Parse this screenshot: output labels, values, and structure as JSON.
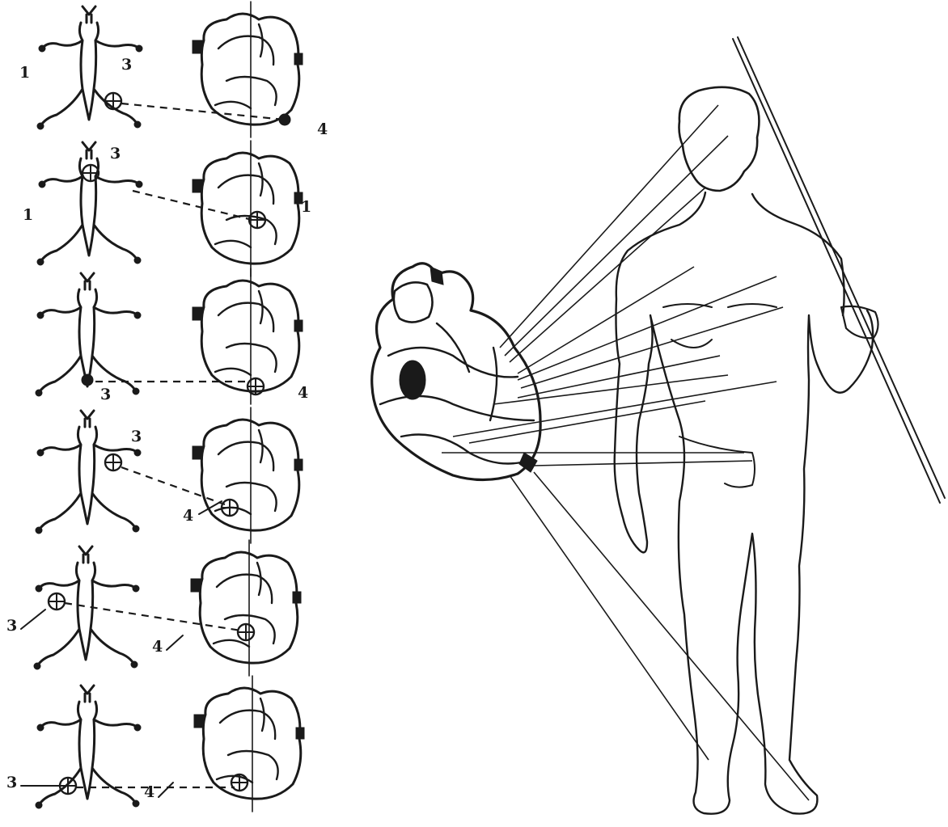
{
  "panels": [
    {
      "animal_label": "1",
      "point_label": "3",
      "heart_label": "4"
    },
    {
      "animal_label": "1",
      "point_label": "3",
      "heart_label": "1"
    },
    {
      "animal_label": "",
      "point_label": "3",
      "heart_label": "4"
    },
    {
      "animal_label": "",
      "point_label": "3",
      "heart_label": "4"
    },
    {
      "animal_label": "",
      "point_label": "3",
      "heart_label": "4"
    },
    {
      "animal_label": "",
      "point_label": "3",
      "heart_label": "4"
    }
  ]
}
